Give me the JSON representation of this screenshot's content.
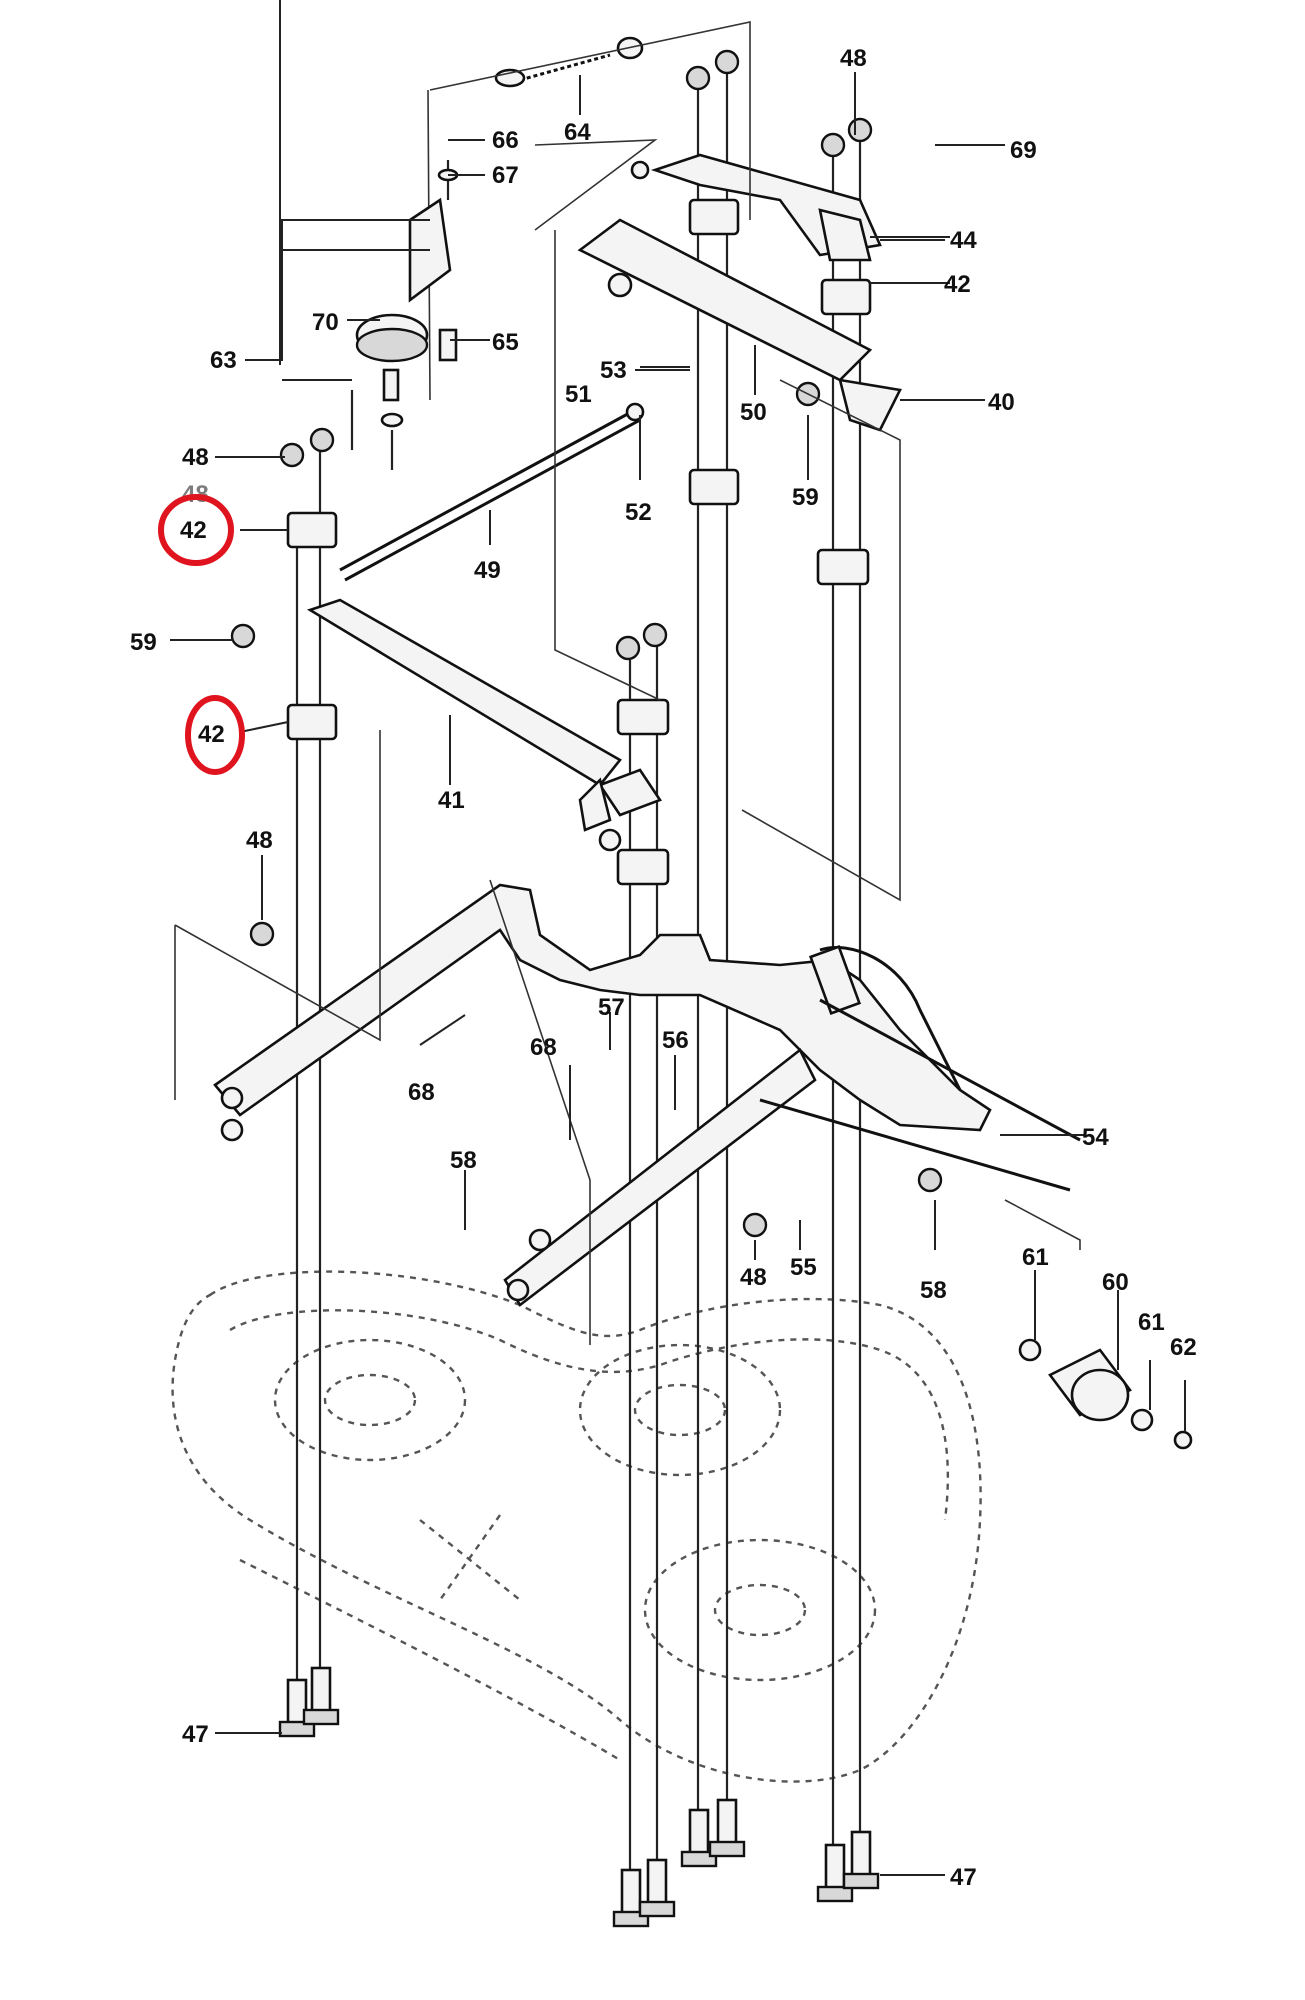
{
  "callouts": {
    "p40": "40",
    "p41": "41",
    "p42_a": "42",
    "p42_b": "42",
    "p42_c": "42",
    "p44": "44",
    "p47_a": "47",
    "p47_b": "47",
    "p48_a": "48",
    "p48_b": "48",
    "p48_c": "48",
    "p48_d": "48",
    "p48_partial": "48",
    "p49": "49",
    "p50": "50",
    "p51": "51",
    "p52": "52",
    "p53": "53",
    "p54": "54",
    "p55": "55",
    "p56": "56",
    "p57": "57",
    "p58_a": "58",
    "p58_b": "58",
    "p59_a": "59",
    "p59_b": "59",
    "p60": "60",
    "p61_a": "61",
    "p61_b": "61",
    "p62": "62",
    "p63": "63",
    "p64": "64",
    "p65": "65",
    "p66": "66",
    "p67": "67",
    "p68_a": "68",
    "p68_b": "68",
    "p69": "69",
    "p70": "70"
  },
  "highlight_color": "#e0141e"
}
